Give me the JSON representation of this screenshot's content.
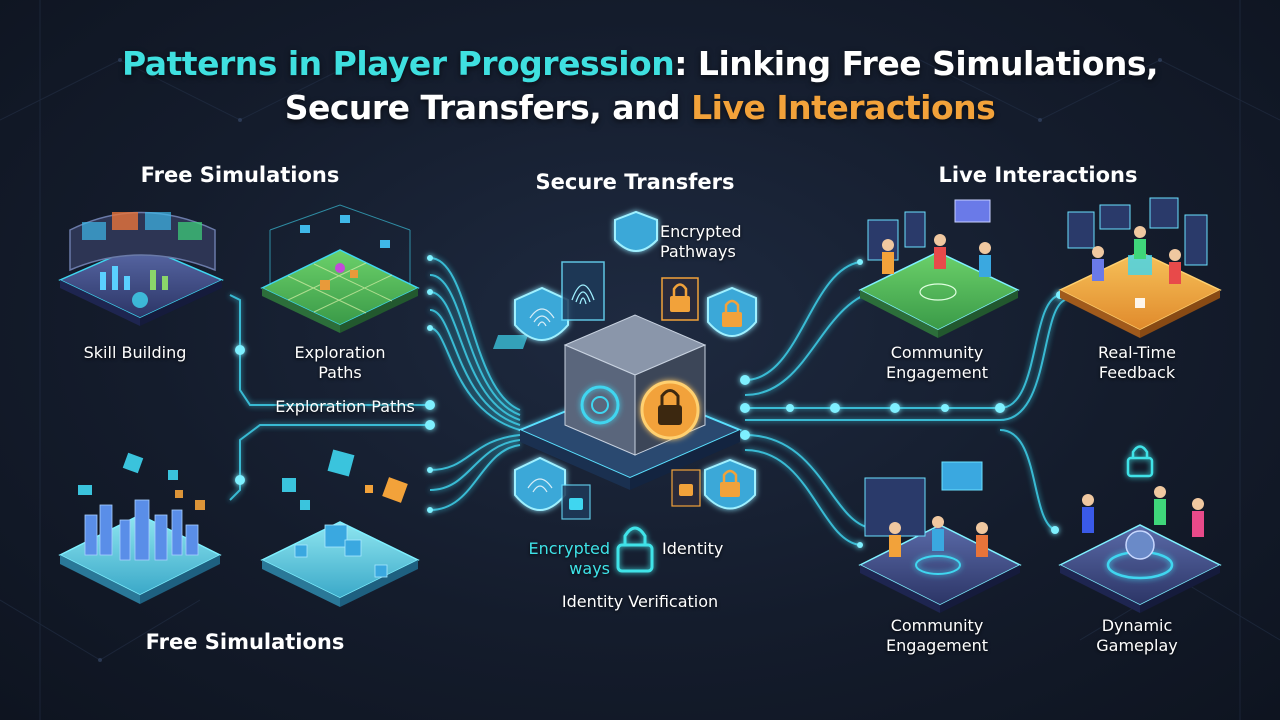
{
  "title": {
    "part1_cyan": "Patterns in Player Progression",
    "part2": ": Linking Free Simulations,",
    "part3": "Secure Transfers, and ",
    "part4_orange": "Live Interactions"
  },
  "sections": {
    "free_top": "Free Simulations",
    "secure": "Secure Transfers",
    "live": "Live Interactions",
    "free_bottom": "Free Simulations"
  },
  "left_labels": {
    "skill_building": "Skill Building",
    "exploration_paths_1": "Exploration",
    "exploration_paths_2": "Paths",
    "exploration_paths_link": "Exploration Paths"
  },
  "center_labels": {
    "encrypted_pathways_1": "Encrypted",
    "encrypted_pathways_2": "Pathways",
    "encrypted_ways_1": "Encrypted",
    "encrypted_ways_2": "ways",
    "identity": "Identity",
    "identity_verification": "Identity Verification"
  },
  "right_labels": {
    "community_top_1": "Community",
    "community_top_2": "Engagement",
    "realtime_1": "Real-Time",
    "realtime_2": "Feedback",
    "community_bottom_1": "Community",
    "community_bottom_2": "Engagement",
    "dynamic_1": "Dynamic",
    "dynamic_2": "Gameplay"
  },
  "icons": [
    "shield-icon",
    "lock-icon",
    "fingerprint-icon",
    "cube-icon",
    "player-icon",
    "screen-icon"
  ],
  "colors": {
    "accent_cyan": "#3fe0e0",
    "accent_orange": "#f2a23a",
    "background": "#141c2c"
  }
}
